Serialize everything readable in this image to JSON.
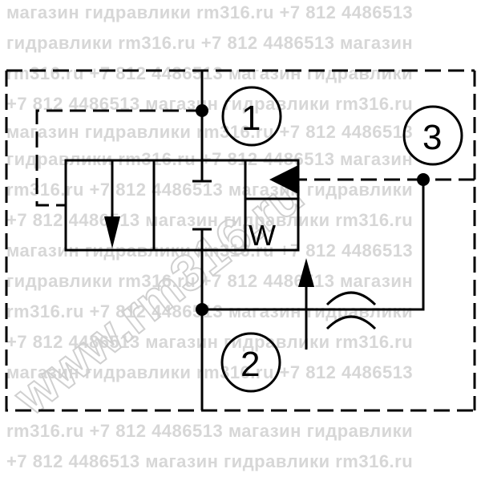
{
  "watermark": {
    "lines": [
      "магазин гидравлики rm316.ru +7 812 4486513",
      "гидравлики rm316.ru +7 812 4486513 магазин",
      "rm316.ru +7 812 4486513 магазин гидравлики",
      "+7 812 4486513 магазин гидравлики rm316.ru",
      "магазин гидравлики rm316.ru +7 812 4486513",
      "гидравлики rm316.ru +7 812 4486513 магазин",
      "rm316.ru +7 812 4486513 магазин гидравлики",
      "+7 812 4486513 магазин гидравлики rm316.ru",
      "магазин гидравлики rm316.ru +7 812 4486513",
      "гидравлики rm316.ru +7 812 4486513 магазин",
      "rm316.ru +7 812 4486513 магазин гидравлики",
      "+7 812 4486513 магазин гидравлики rm316.ru",
      "магазин гидравлики rm316.ru +7 812 4486513",
      "rm316.ru +7 812 4486513 магазин гидравлики",
      "+7 812 4486513 магазин гидравлики rm316.ru"
    ],
    "diagonal": "www.rm316.ru"
  },
  "ports": {
    "port1": "1",
    "port2": "2",
    "port3": "3"
  },
  "spring_label": "W",
  "colors": {
    "line": "#000000",
    "watermark": "#d7d7d7",
    "background": "#ffffff"
  }
}
